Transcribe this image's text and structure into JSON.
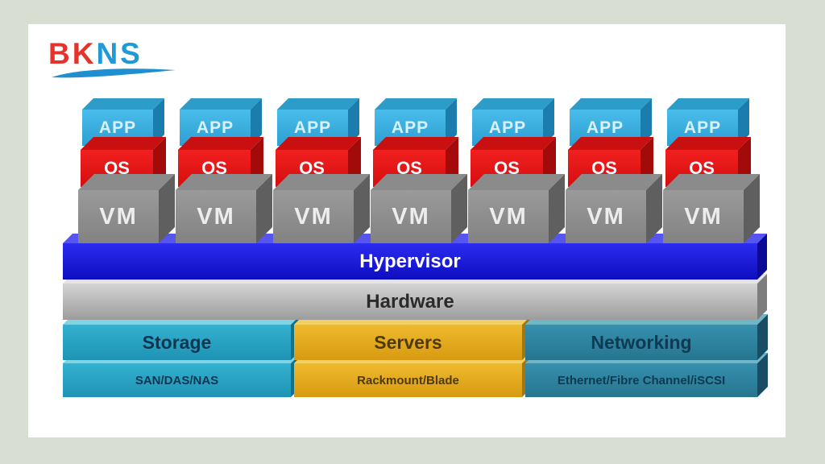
{
  "page": {
    "background_color": "#d9ded2",
    "card_color": "#ffffff"
  },
  "logo": {
    "part1": "BK",
    "part2": "NS",
    "part1_color": "#e5332c",
    "part2_color": "#1f9ad6",
    "swoosh_color": "#1f8fd0"
  },
  "stacks": {
    "count": 7,
    "labels": [
      "APP",
      "OS",
      "VM"
    ],
    "colors": {
      "app": "#3ab0e2",
      "os": "#e81414",
      "vm": "#8f8f8f"
    },
    "text_color": "#ffffff"
  },
  "layers": {
    "hypervisor": {
      "label": "Hypervisor",
      "color": "#1b1bdd",
      "text_color": "#ffffff"
    },
    "hardware": {
      "label": "Hardware",
      "color": "#b5b5b5",
      "text_color": "#2b2b2b"
    }
  },
  "foundation": [
    {
      "label": "Storage",
      "sublabel": "SAN/DAS/NAS",
      "color": "#26a2c4",
      "text_color": "#0f3550"
    },
    {
      "label": "Servers",
      "sublabel": "Rackmount/Blade",
      "color": "#e2a51c",
      "text_color": "#4f3a06"
    },
    {
      "label": "Networking",
      "sublabel": "Ethernet/Fibre Channel/iSCSI",
      "color": "#2f86a6",
      "text_color": "#0e3a52"
    }
  ]
}
